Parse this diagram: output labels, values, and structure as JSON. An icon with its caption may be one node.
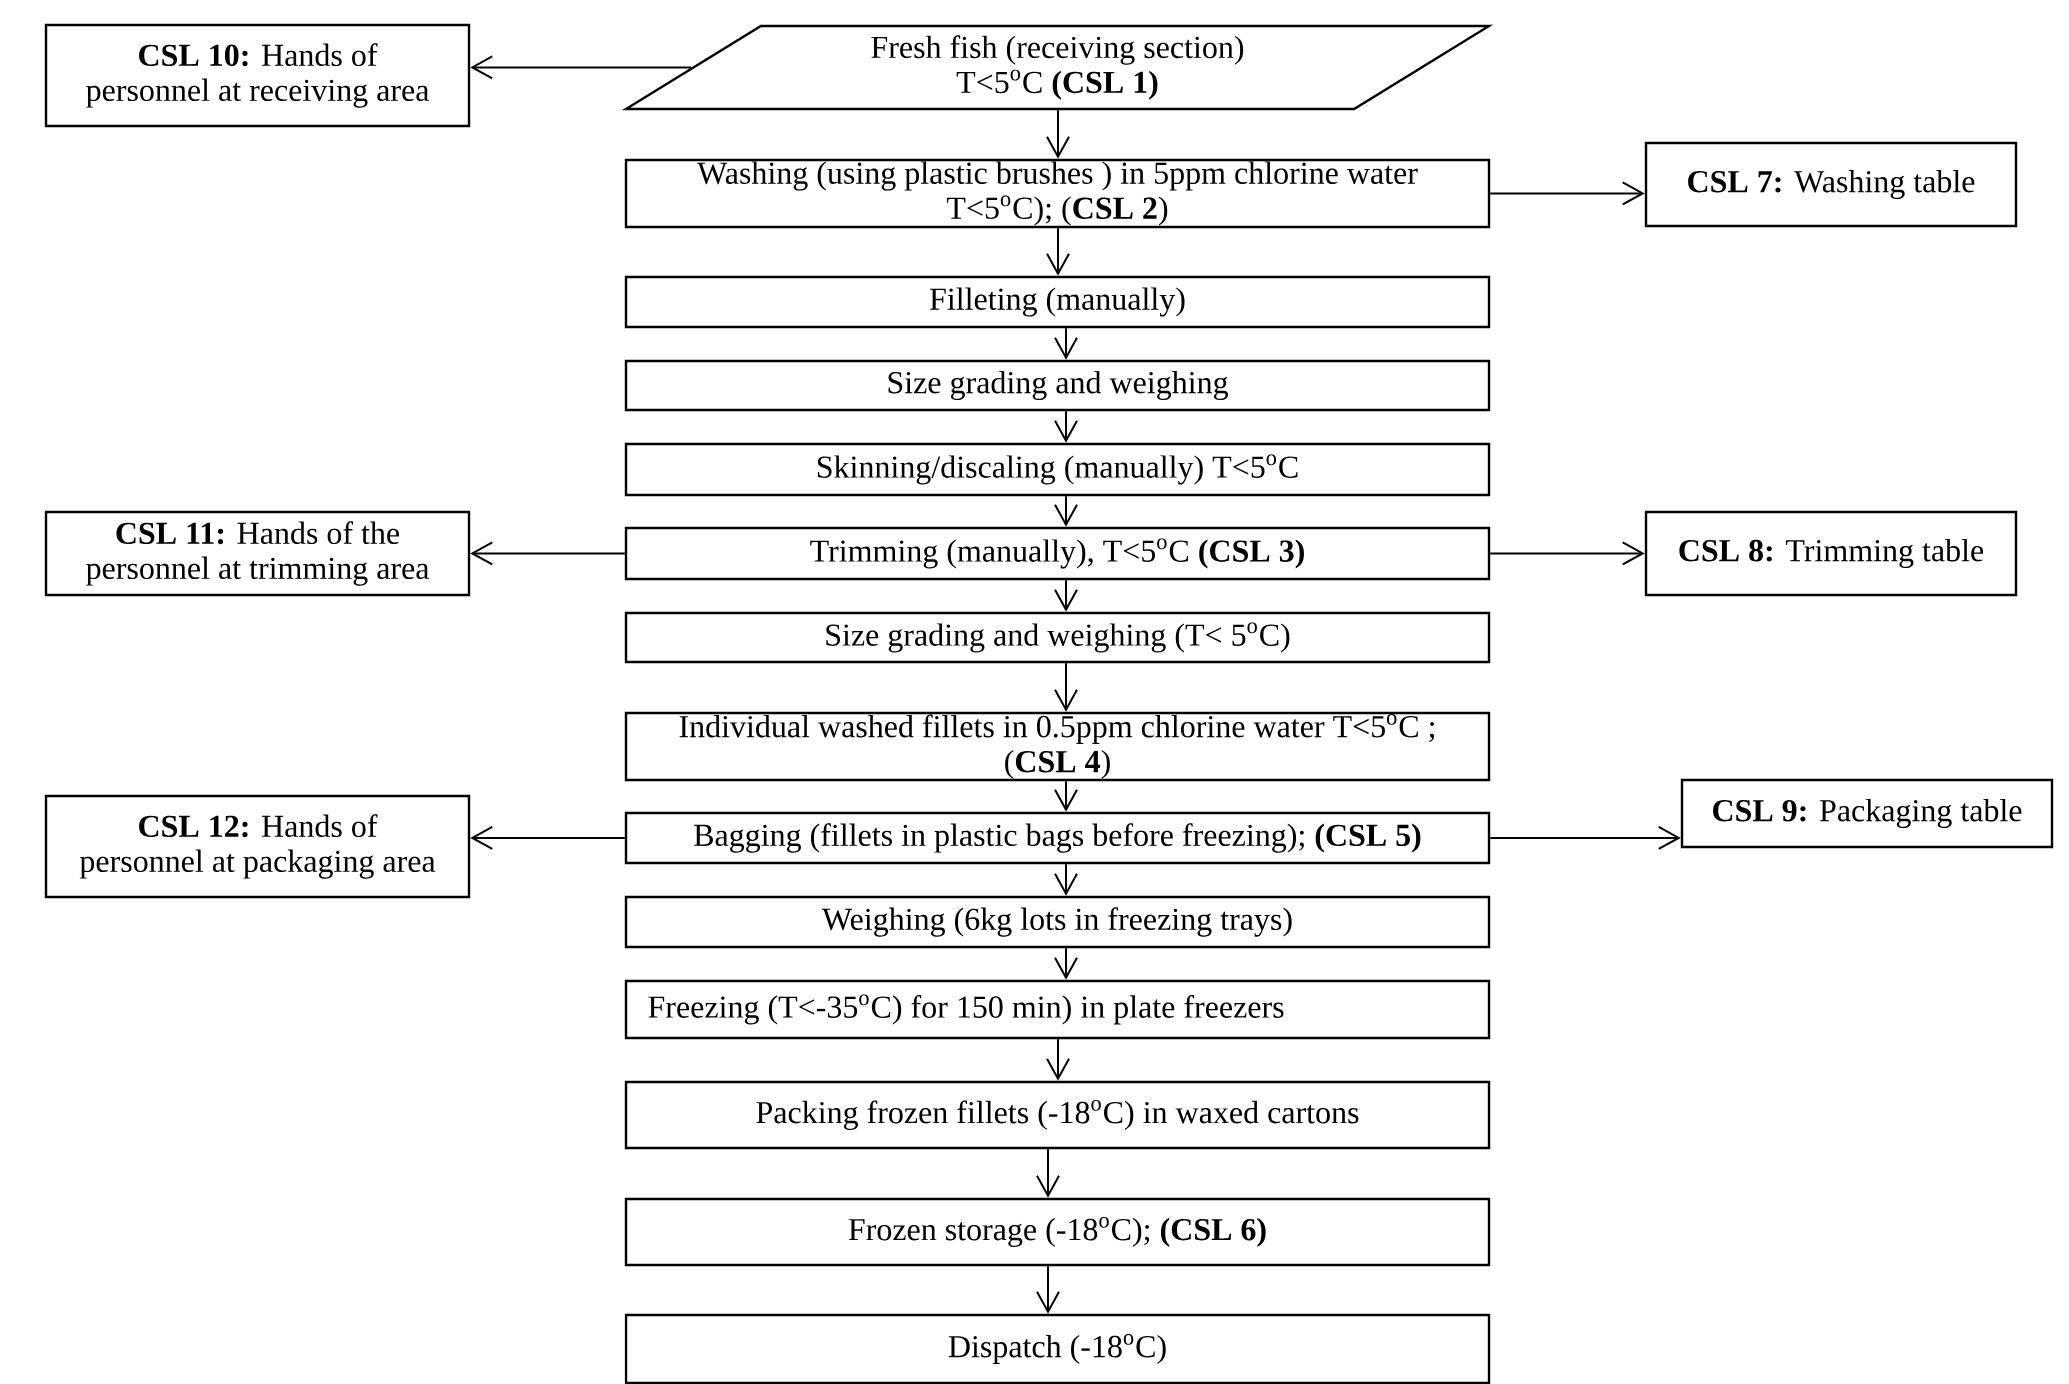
{
  "diagram": {
    "nodes": [
      {
        "text": [
          "**CSL 10:** Hands of personnel at receiving area"
        ]
      },
      {
        "text": [
          "Fresh fish (receiving section) T<5$^{o}$C **(CSL 1)**"
        ]
      },
      {
        "text": [
          "Washing (using plastic brushes ) in 5ppm chlorine water T<5$^{o}$C); (**CSL 2**)"
        ]
      },
      {
        "text": [
          "**CSL 7:** Washing table"
        ]
      },
      {
        "text": [
          "Filleting (manually)"
        ]
      },
      {
        "text": [
          "Size grading and weighing"
        ]
      },
      {
        "text": [
          "Skinning/discaling (manually) T<5$^{o}$C"
        ]
      },
      {
        "text": [
          "**CSL 11:** Hands of the personnel at trimming area"
        ]
      },
      {
        "text": [
          "Trimming (manually), T<5$^{o}$C **(CSL 3)**"
        ]
      },
      {
        "text": [
          "**CSL 8:** Trimming table"
        ]
      },
      {
        "text": [
          "Size grading and weighing (T< 5$^{o}$C)"
        ]
      },
      {
        "text": [
          "Individual washed fillets in 0.5ppm chlorine water T<5$^{o}$C ; (**CSL 4**)"
        ]
      },
      {
        "text": [
          "**CSL 12:** Hands of personnel at packaging area"
        ]
      },
      {
        "text": [
          "Bagging (fillets in plastic bags before freezing); **(CSL 5)**"
        ]
      },
      {
        "text": [
          "**CSL 9:** Packaging table"
        ]
      },
      {
        "text": [
          "Weighing (6kg lots in freezing trays)"
        ]
      },
      {
        "text": [
          "Freezing (T<-35$^{o}$C) for 150 min) in plate freezers"
        ]
      },
      {
        "text": [
          "Packing frozen fillets (-18$^{o}$C) in waxed cartons"
        ]
      },
      {
        "text": [
          "Frozen storage (-18$^{o}$C); **(CSL 6)**"
        ]
      },
      {
        "text": [
          "Dispatch (-18$^{o}$C)"
        ]
      }
    ],
    "edges": [
      {
        "from": 1,
        "to": 0,
        "arrow": "to"
      },
      {
        "from": 1,
        "to": 2,
        "arrow": "to"
      },
      {
        "from": 2,
        "to": 3,
        "arrow": "to"
      },
      {
        "from": 2,
        "to": 4,
        "arrow": "to"
      },
      {
        "from": 4,
        "to": 5,
        "arrow": "to"
      },
      {
        "from": 5,
        "to": 6,
        "arrow": "to"
      },
      {
        "from": 6,
        "to": 8,
        "arrow": "to"
      },
      {
        "from": 8,
        "to": 7,
        "arrow": "to"
      },
      {
        "from": 8,
        "to": 9,
        "arrow": "to"
      },
      {
        "from": 8,
        "to": 10,
        "arrow": "to"
      },
      {
        "from": 10,
        "to": 11,
        "arrow": "to"
      },
      {
        "from": 11,
        "to": 13,
        "arrow": "to"
      },
      {
        "from": 13,
        "to": 12,
        "arrow": "to"
      },
      {
        "from": 13,
        "to": 14,
        "arrow": "to"
      },
      {
        "from": 13,
        "to": 15,
        "arrow": "to"
      },
      {
        "from": 15,
        "to": 16,
        "arrow": "to"
      },
      {
        "from": 16,
        "to": 17,
        "arrow": "to"
      },
      {
        "from": 17,
        "to": 18,
        "arrow": "to"
      },
      {
        "from": 18,
        "to": 19,
        "arrow": "to"
      }
    ]
  }
}
